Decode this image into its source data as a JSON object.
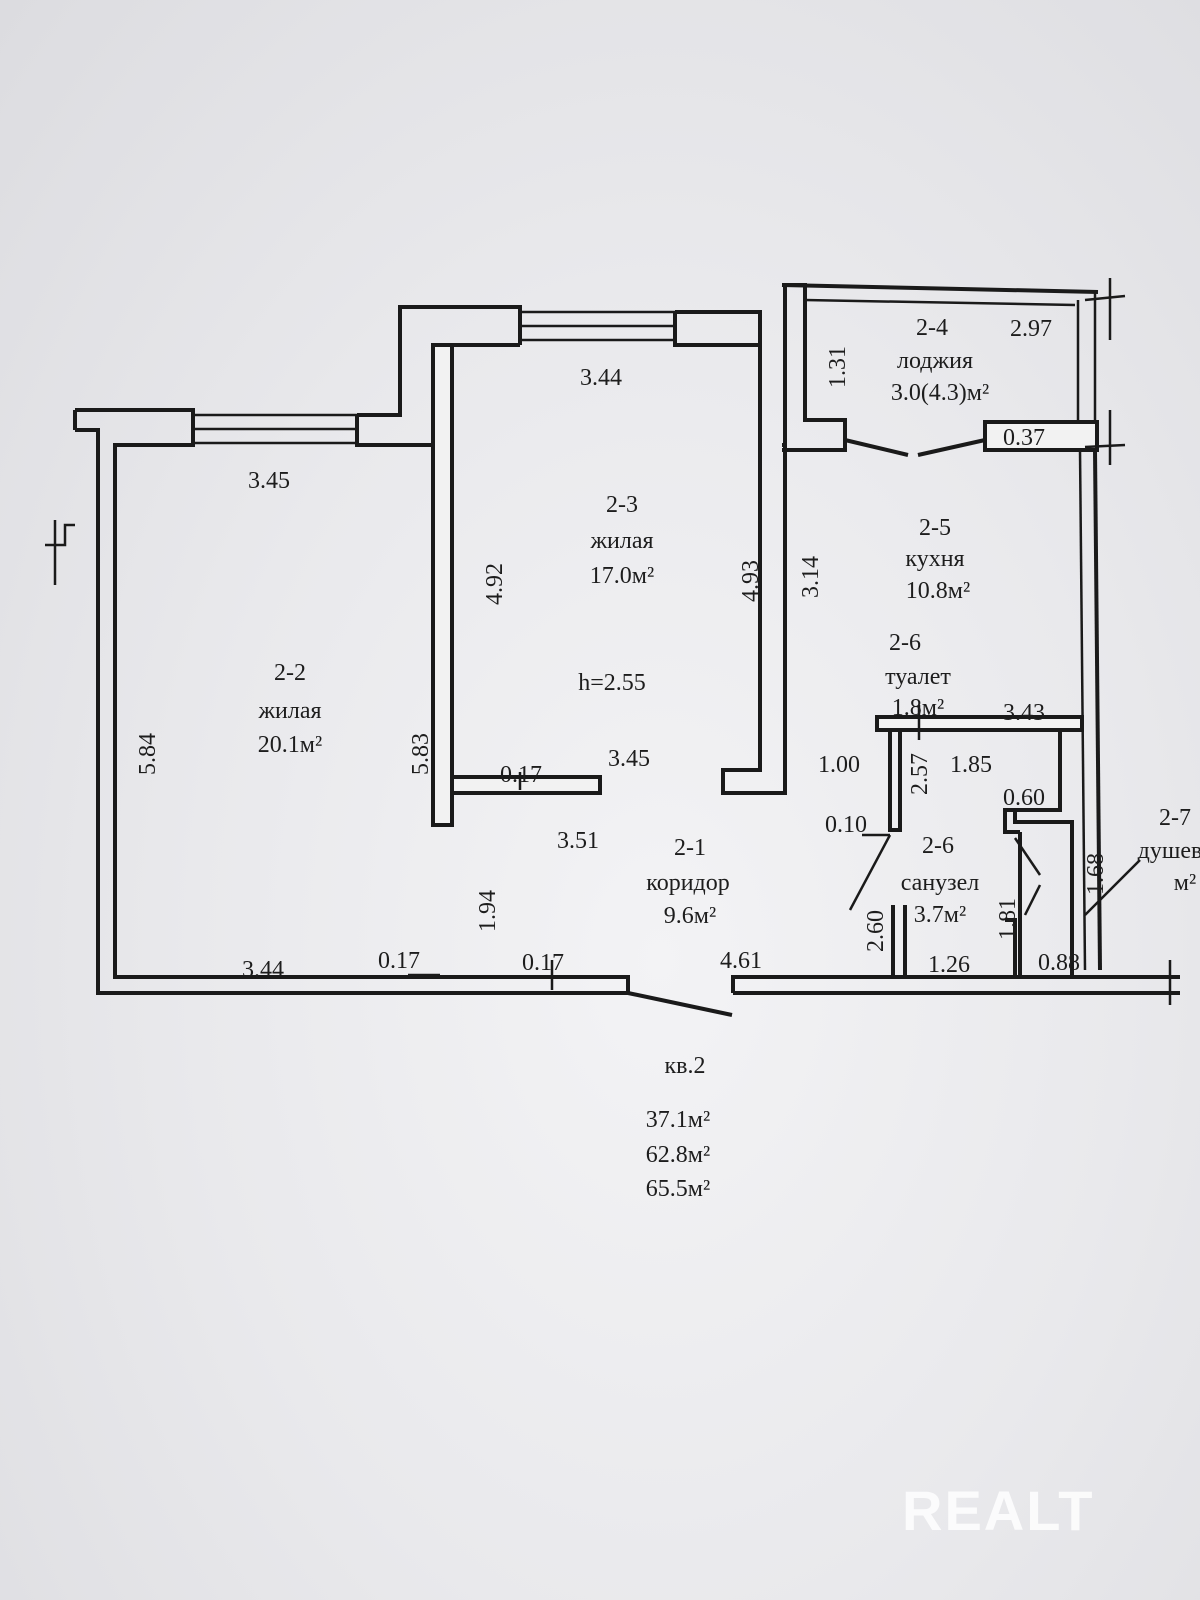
{
  "rooms": {
    "r22": {
      "id": "2-2",
      "type": "жилая",
      "area": "20.1м²"
    },
    "r23": {
      "id": "2-3",
      "type": "жилая",
      "area": "17.0м²",
      "height": "h=2.55"
    },
    "r24": {
      "id": "2-4",
      "type": "лоджия",
      "area": "3.0(4.3)м²"
    },
    "r25": {
      "id": "2-5",
      "type": "кухня",
      "area": "10.8м²"
    },
    "r26a": {
      "id": "2-6",
      "type": "туалет",
      "area": "1.8м²"
    },
    "r26b": {
      "id": "2-6",
      "type": "санузел",
      "area": "3.7м²"
    },
    "r27": {
      "id": "2-7",
      "type": "душев",
      "area": "м²"
    },
    "r21": {
      "id": "2-1",
      "type": "коридор",
      "area": "9.6м²"
    }
  },
  "dimensions": {
    "d345top": "3.45",
    "d344top": "3.44",
    "d297": "2.97",
    "d131": "1.31",
    "d037": "0.37",
    "d492": "4.92",
    "d493": "4.93",
    "d314": "3.14",
    "d584": "5.84",
    "d583": "5.83",
    "d017a": "0.17",
    "d345mid": "3.45",
    "d351": "3.51",
    "d194": "1.94",
    "d344bot": "3.44",
    "d017b": "0.17",
    "d017c": "0.17",
    "d461": "4.61",
    "d343": "3.43",
    "d100": "1.00",
    "d185": "1.85",
    "d257": "2.57",
    "d060": "0.60",
    "d010": "0.10",
    "d260": "2.60",
    "d181": "1.81",
    "d168": "1.68",
    "d126": "1.26",
    "d088": "0.88"
  },
  "summary": {
    "apartment": "кв.2",
    "living_area": "37.1м²",
    "total_area": "62.8м²",
    "total_with_loggia": "65.5м²"
  },
  "watermark": "REALT"
}
